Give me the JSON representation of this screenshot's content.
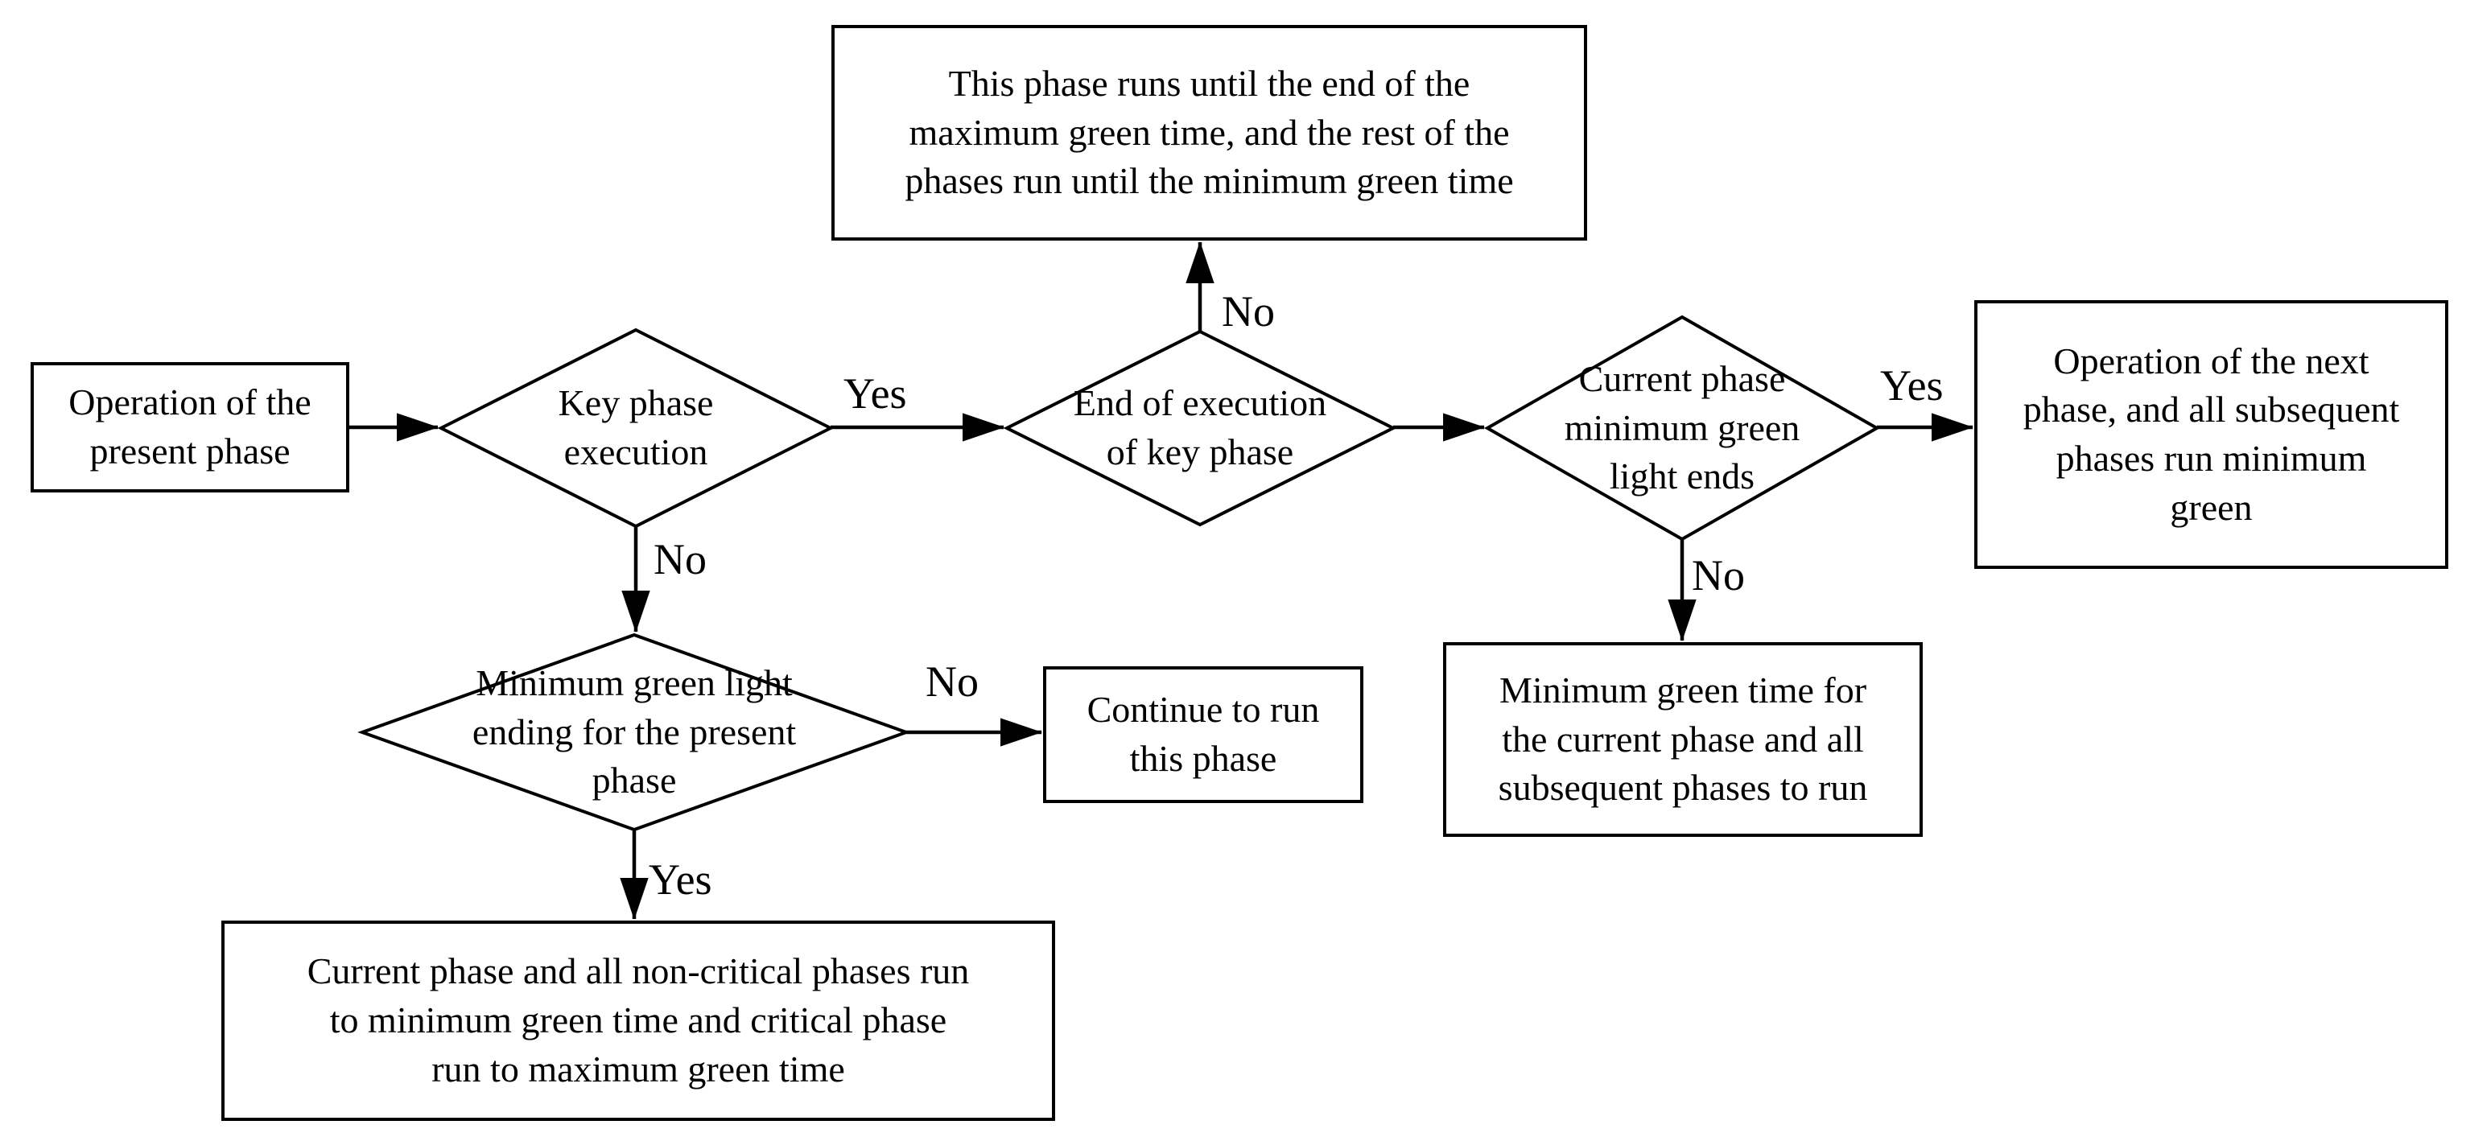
{
  "diagram": {
    "title": "Signal phase operation flowchart",
    "background_color": "#ffffff",
    "line_color": "#000000",
    "text_color": "#000000",
    "nodes": {
      "start": {
        "shape": "rect",
        "text": [
          "Operation of the",
          "present phase"
        ]
      },
      "key_phase_execution": {
        "shape": "diamond",
        "text": [
          "Key phase",
          "execution"
        ]
      },
      "end_of_key_phase_execution": {
        "shape": "diamond",
        "text": [
          "End of execution",
          "of key phase"
        ]
      },
      "max_green_outcome": {
        "shape": "rect",
        "text": [
          "This phase runs until the end of the",
          "maximum green time, and the rest of the",
          "phases run until the minimum green time"
        ]
      },
      "current_phase_min_green_ends": {
        "shape": "diamond",
        "text": [
          "Current phase",
          "minimum green",
          "light ends"
        ]
      },
      "next_phase_operation": {
        "shape": "rect",
        "text": [
          "Operation of the next",
          "phase, and all subsequent",
          "phases run minimum",
          "green"
        ]
      },
      "min_green_current_and_subsequent": {
        "shape": "rect",
        "text": [
          "Minimum green time for",
          "the current phase and all",
          "subsequent phases to run"
        ]
      },
      "min_green_ending_present_phase": {
        "shape": "diamond",
        "text": [
          "Minimum green light",
          "ending for the present",
          "phase"
        ]
      },
      "continue_to_run": {
        "shape": "rect",
        "text": [
          "Continue to run",
          "this phase"
        ]
      },
      "critical_phase_outcome": {
        "shape": "rect",
        "text": [
          "Current phase and all non-critical phases run",
          "to minimum green time and critical phase",
          "run to maximum green time"
        ]
      }
    },
    "edge_labels": {
      "key_phase_yes": "Yes",
      "key_phase_no": "No",
      "end_execution_no": "No",
      "min_green_ends_yes": "Yes",
      "min_green_ends_no": "No",
      "min_green_ending_no": "No",
      "min_green_ending_yes": "Yes"
    }
  }
}
